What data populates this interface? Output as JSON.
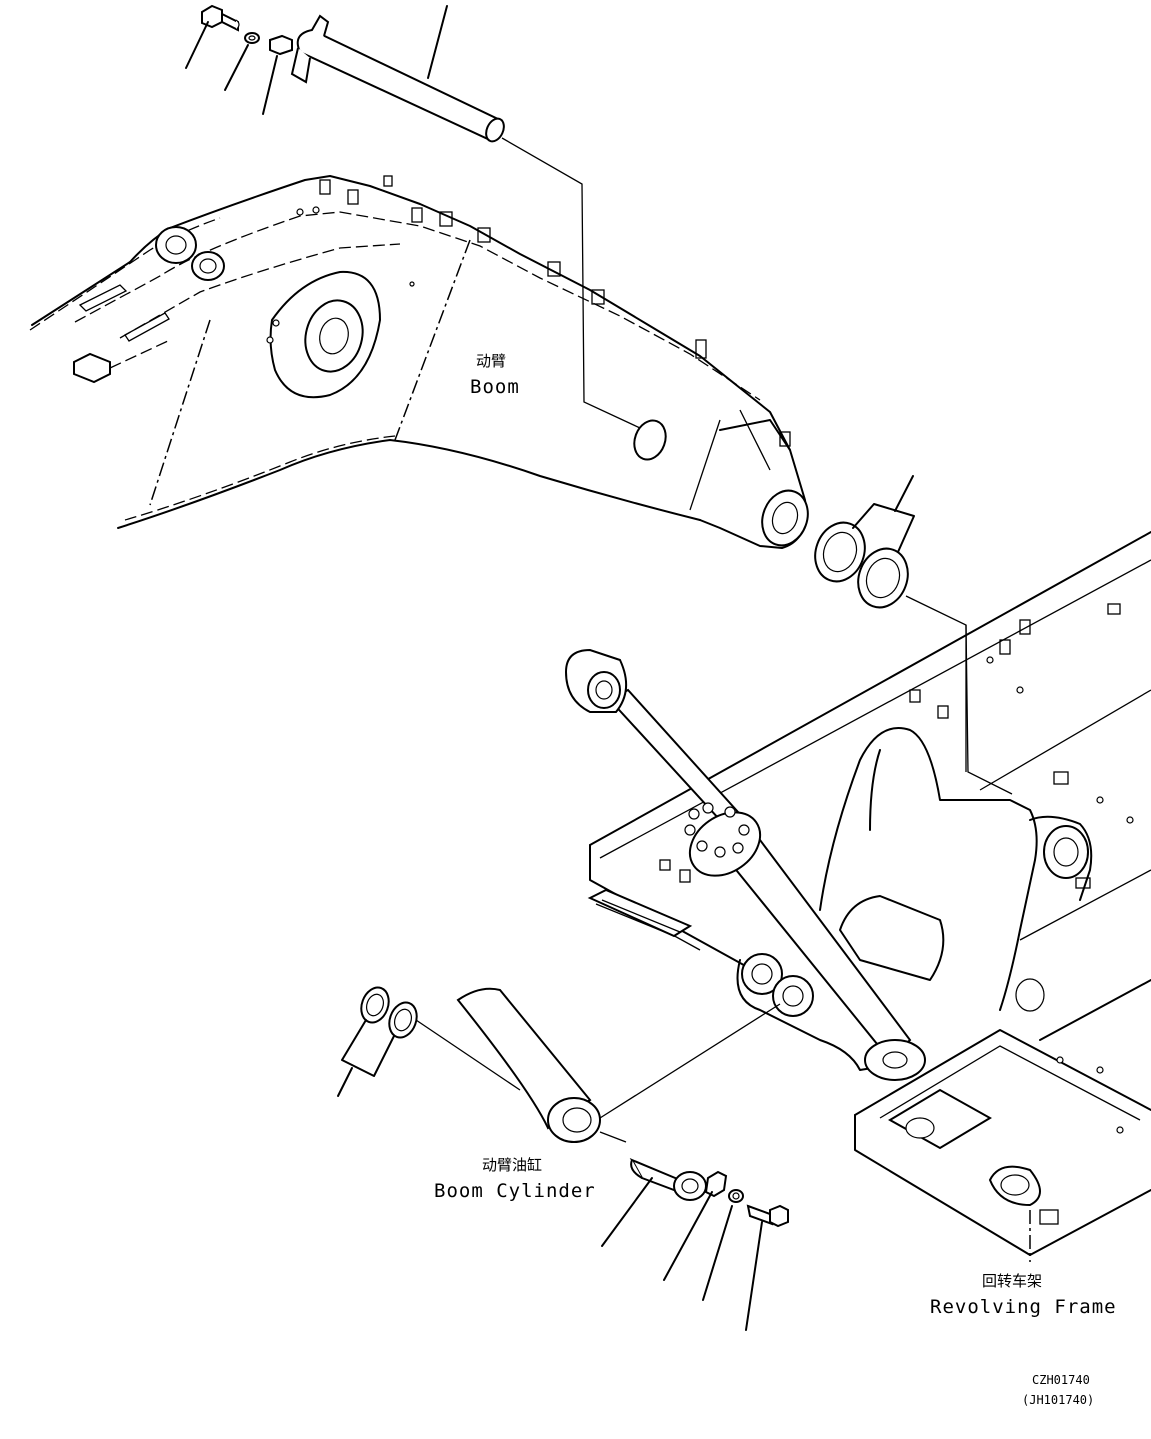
{
  "labels": {
    "boom_zh": "动臂",
    "boom_en": "Boom",
    "boom_cylinder_zh": "动臂油缸",
    "boom_cylinder_en": "Boom Cylinder",
    "revolving_frame_zh": "回转车架",
    "revolving_frame_en": "Revolving Frame"
  },
  "drawing_codes": {
    "primary": "CZH01740",
    "secondary": "(JH101740)"
  },
  "colors": {
    "line": "#000000",
    "background": "#ffffff"
  }
}
